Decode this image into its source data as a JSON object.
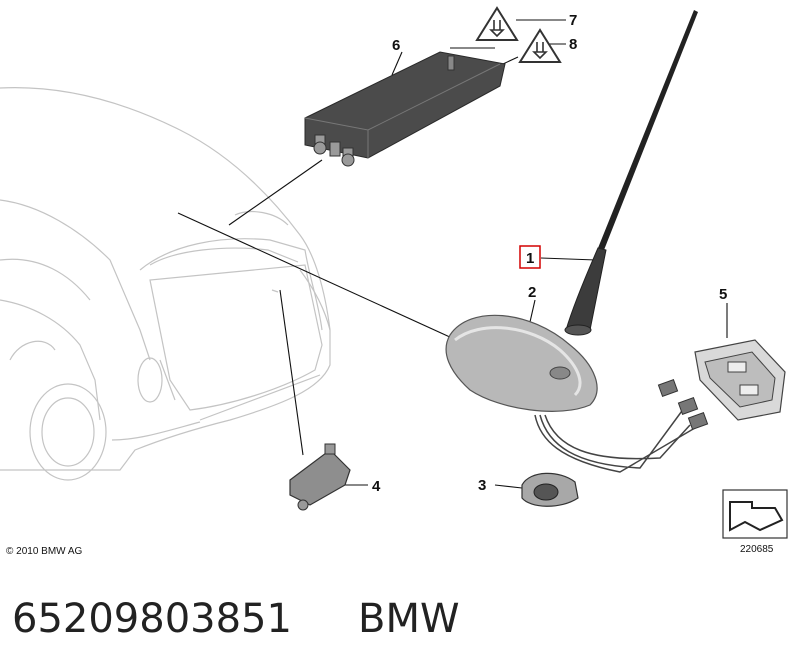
{
  "callouts": {
    "c1": "1",
    "c2": "2",
    "c3": "3",
    "c4": "4",
    "c5": "5",
    "c6": "6",
    "c7": "7",
    "c8": "8"
  },
  "copyright": "© 2010 BMW AG",
  "diagram_id": "220685",
  "part_number": "65209803851",
  "brand": "BMW",
  "colors": {
    "highlight_box": "#d40000",
    "car_outline": "#c4c4c4",
    "module_body": "#4b4b4b"
  },
  "icons": {
    "warning": "warning-triangle-plug-icon",
    "nav": "direction-arrow-icon"
  }
}
